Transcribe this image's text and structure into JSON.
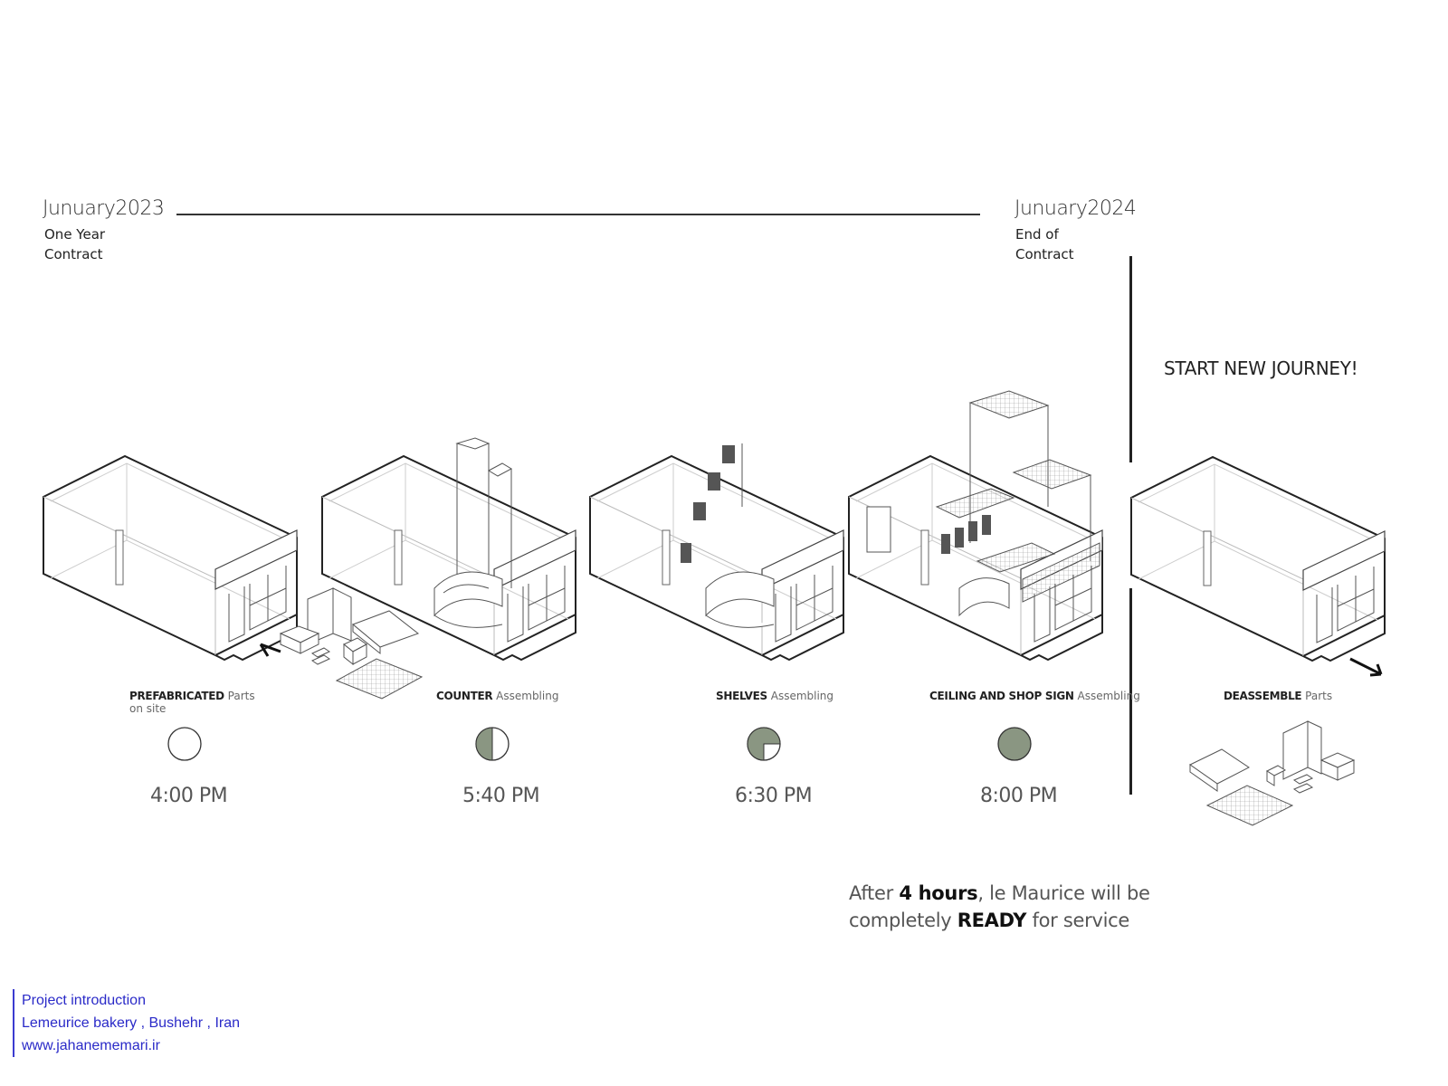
{
  "timeline": {
    "start": {
      "date": "Junuary2023",
      "subtitle": "One Year\nContract"
    },
    "end": {
      "date": "Junuary2024",
      "subtitle": "End of\nContract"
    }
  },
  "headline": "START NEW JOURNEY!",
  "stages": [
    {
      "bold": "PREFABRICATED",
      "light": "Parts",
      "light2": "on site",
      "time": "4:00 PM",
      "progress": 0.0
    },
    {
      "bold": "COUNTER",
      "light": "Assembling",
      "time": "5:40 PM",
      "progress": 0.5
    },
    {
      "bold": "SHELVES",
      "light": "Assembling",
      "time": "6:30 PM",
      "progress": 0.75
    },
    {
      "bold": "CEILING AND SHOP SIGN",
      "light": "Assembling",
      "time": "8:00 PM",
      "progress": 1.0
    },
    {
      "bold": "DEASSEMBLE",
      "light": "Parts"
    }
  ],
  "note": {
    "p1": "After ",
    "b1": "4 hours",
    "p2": ", le Maurice will be",
    "p3": "completely ",
    "b2": "READY",
    "p4": " for service"
  },
  "footer": {
    "line1": "Project introduction",
    "line2": "Lemeurice bakery , Bushehr , Iran",
    "line3": "www.jahanememari.ir"
  },
  "colors": {
    "fill": "#8a9682",
    "stroke": "#333333",
    "link": "#2a2ac8"
  }
}
